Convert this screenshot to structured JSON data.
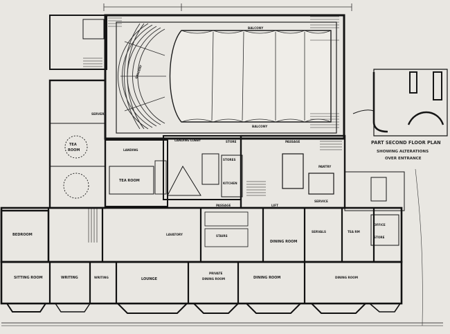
{
  "drawing": {
    "part_plan": {
      "title": "PART SECOND FLOOR PLAN",
      "note_line1": "SHOWING ALTERATIONS",
      "note_line2": "OVER ENTRANCE"
    },
    "rooms": {
      "balcony_top": "BALCONY",
      "balcony_bottom": "BALCONY",
      "gallery": "GALLERY",
      "servery": "SERVERY",
      "tea_room_a": "TEA",
      "tea_room_b": "ROOM",
      "tea_room_main": "TEA ROOM",
      "landing": "LANDING",
      "landing_lobby": "LANDING LOBBY",
      "store": "STORE",
      "stores": "STORES",
      "kitchen": "KITCHEN",
      "passage_top": "PASSAGE",
      "pantry": "PANTRY",
      "service": "SERVICE",
      "passage_mid": "PASSAGE",
      "lift": "LIFT",
      "lavatory": "LAVATORY",
      "stairs": "STAIRS",
      "bedroom": "BEDROOM",
      "dining_room_mid": "DINING ROOM",
      "servals": "SERVALS",
      "tea_rm": "TEA RM",
      "office": "OFFICE",
      "store_right": "STORE",
      "sitting_room": "SITTING ROOM",
      "writing_a": "WRITING",
      "writing_b": "WRITING",
      "lounge": "LOUNGE",
      "private_dining_a": "PRIVATE",
      "private_dining_b": "DINING ROOM",
      "dining_room_main": "DINING ROOM",
      "dining_room_right": "DINING ROOM"
    }
  }
}
